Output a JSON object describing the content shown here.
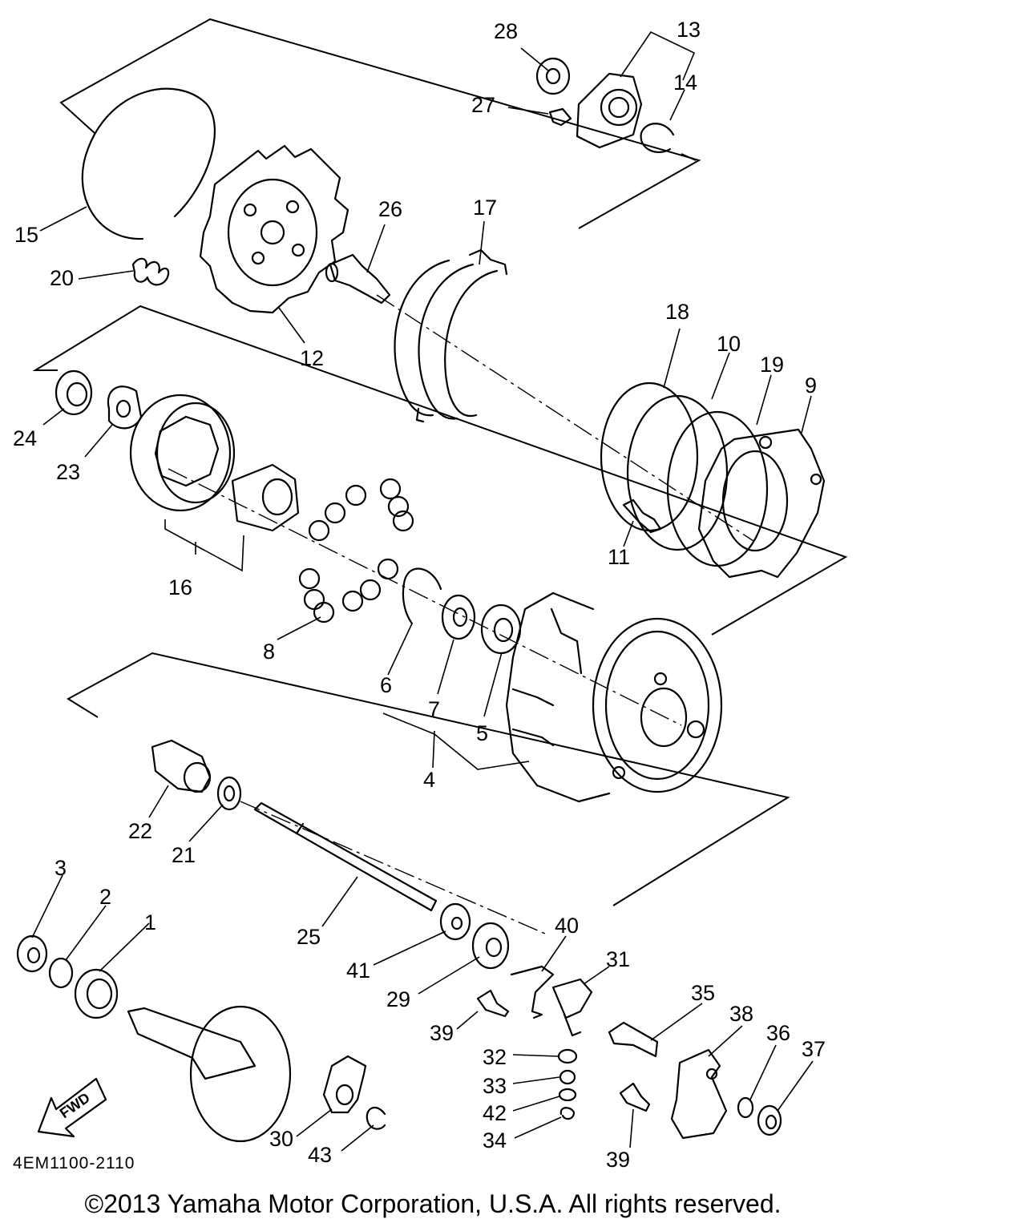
{
  "diagram": {
    "callouts": [
      "1",
      "2",
      "3",
      "4",
      "5",
      "6",
      "7",
      "8",
      "9",
      "10",
      "11",
      "12",
      "13",
      "14",
      "15",
      "16",
      "17",
      "18",
      "19",
      "20",
      "21",
      "22",
      "23",
      "24",
      "25",
      "26",
      "27",
      "28",
      "29",
      "30",
      "31",
      "32",
      "33",
      "34",
      "35",
      "36",
      "37",
      "38",
      "39",
      "39",
      "40",
      "41",
      "42",
      "43"
    ],
    "direction_badge": "FWD",
    "drawing_code": "4EM1100-2110"
  },
  "footer": {
    "copyright": "©2013 Yamaha Motor Corporation, U.S.A. All rights reserved."
  }
}
